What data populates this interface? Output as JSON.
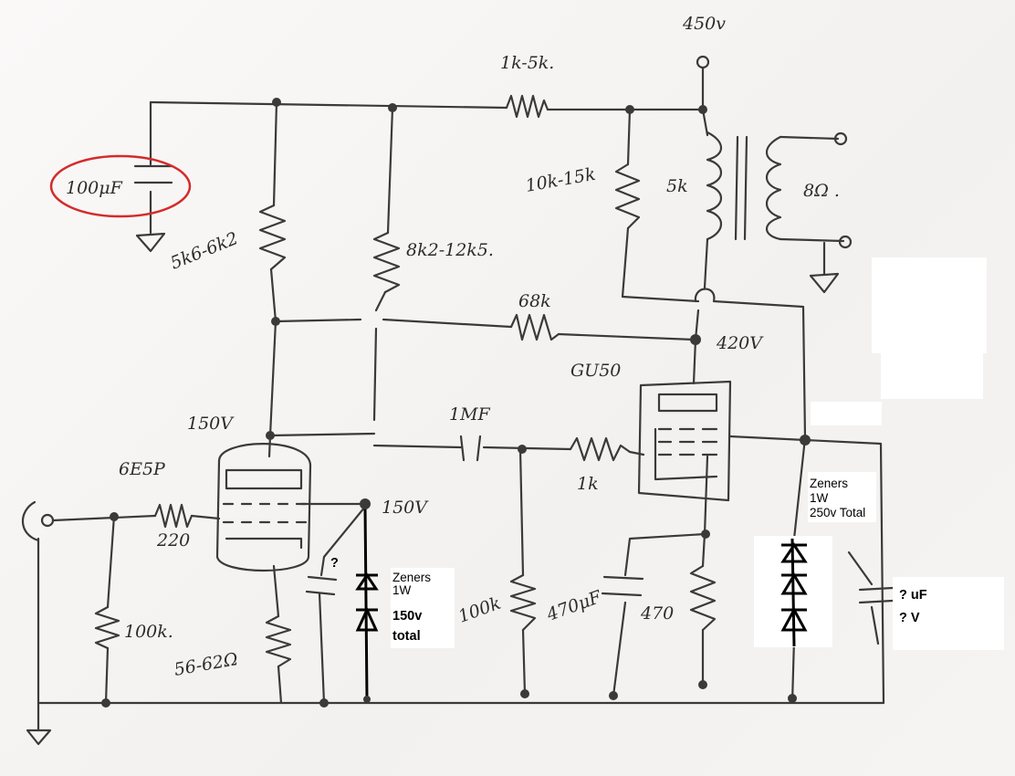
{
  "labels": {
    "supply_voltage": "450v",
    "supply_resistor": "1k-5k.",
    "bypass_cap": "100μF",
    "plate_res_pre": "5k6-6k2",
    "screen_res": "8k2-12k5.",
    "out_res": "10k-15k",
    "transformer_primary": "5k",
    "speaker": "8Ω .",
    "feedback_res": "68k",
    "out_plate_voltage": "420V",
    "output_tube": "GU50",
    "pre_voltage": "150V",
    "coupling_cap": "1MF",
    "pre_tube": "6E5P",
    "grid_stopper_in": "220",
    "grid_stopper_out": "1k",
    "cathode_voltage": "150V",
    "grid_leak": "100k.",
    "cathode_res": "56-62Ω",
    "grid_res_out": "100k",
    "cathode_cap": "470μF",
    "cathode_res_out": "470"
  },
  "notes": {
    "q_cap": "?",
    "zener_small_title": "Zeners",
    "zener_small_power": "1W",
    "zener_small_total1": "150v",
    "zener_small_total2": "total",
    "zener_big_title": "Zeners",
    "zener_big_power": "1W",
    "zener_big_total": "250v Total",
    "cap_uf": "? uF",
    "cap_v": "? V"
  },
  "colors": {
    "highlight": "#d42b2b",
    "ink": "#3a3a3a"
  }
}
